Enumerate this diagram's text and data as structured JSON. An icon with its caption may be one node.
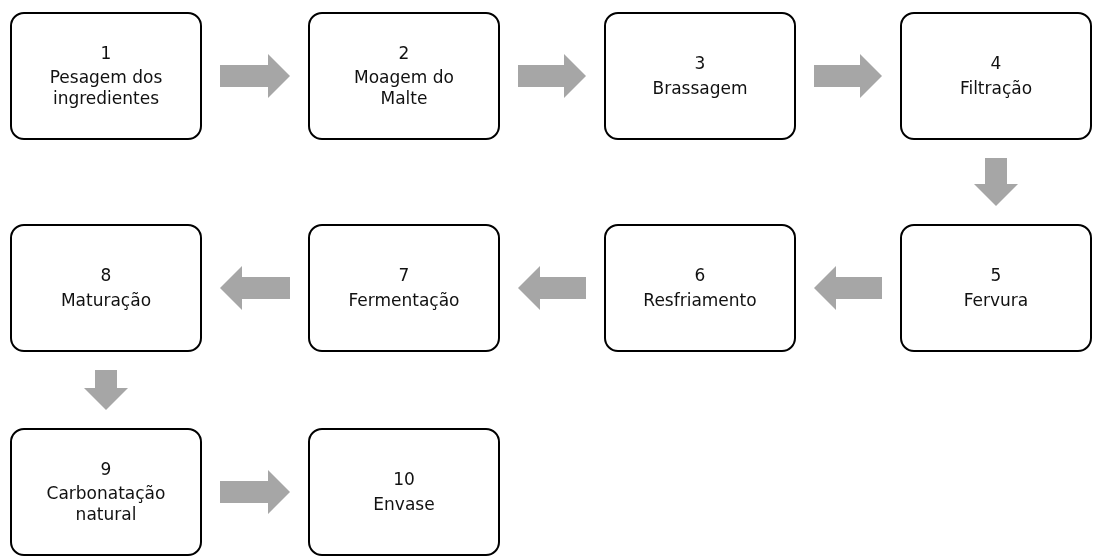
{
  "diagram": {
    "nodes": [
      {
        "text": [
          "1",
          "Pesagem dos ingredientes"
        ]
      },
      {
        "text": [
          "2",
          "Moagem do Malte"
        ]
      },
      {
        "text": [
          "3",
          "Brassagem"
        ]
      },
      {
        "text": [
          "4",
          "Filtração"
        ]
      },
      {
        "text": [
          "5",
          "Fervura"
        ]
      },
      {
        "text": [
          "6",
          "Resfriamento"
        ]
      },
      {
        "text": [
          "7",
          "Fermentação"
        ]
      },
      {
        "text": [
          "8",
          "Maturação"
        ]
      },
      {
        "text": [
          "9",
          "Carbonatação natural"
        ]
      },
      {
        "text": [
          "10",
          "Envase"
        ]
      }
    ],
    "edges": [
      {
        "from": 0,
        "to": 1,
        "arrow": "to"
      },
      {
        "from": 1,
        "to": 2,
        "arrow": "to"
      },
      {
        "from": 2,
        "to": 3,
        "arrow": "to"
      },
      {
        "from": 3,
        "to": 4,
        "arrow": "to"
      },
      {
        "from": 4,
        "to": 5,
        "arrow": "to"
      },
      {
        "from": 5,
        "to": 6,
        "arrow": "to"
      },
      {
        "from": 6,
        "to": 7,
        "arrow": "to"
      },
      {
        "from": 7,
        "to": 8,
        "arrow": "to"
      },
      {
        "from": 8,
        "to": 9,
        "arrow": "to"
      }
    ]
  }
}
